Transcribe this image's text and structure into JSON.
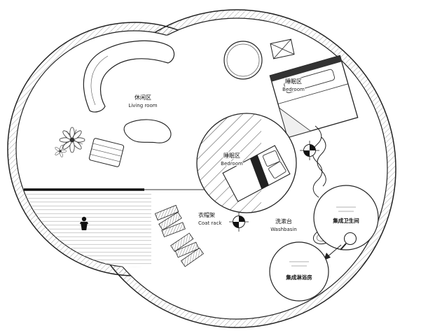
{
  "drawing": {
    "kind": "circular floor plan",
    "palette": {
      "line": "#1a1a1a",
      "wall_hatch": "#777777",
      "floor_hatch": "#b5b5b5",
      "background": "#ffffff"
    }
  },
  "rooms": {
    "living": {
      "zh": "休闲区",
      "en": "Living room"
    },
    "bedroom_right": {
      "zh": "睡眠区",
      "en": "Bedroom"
    },
    "bedroom_center": {
      "zh": "睡眠区",
      "en": "Bedroom"
    },
    "coat_rack": {
      "zh": "衣帽架",
      "en": "Coat rack"
    },
    "washbasin": {
      "zh": "洗漱台",
      "en": "Washbasin"
    },
    "bathroom_pod": {
      "zh": "集成卫生间"
    },
    "shower_pod": {
      "zh": "集成淋浴房"
    }
  }
}
